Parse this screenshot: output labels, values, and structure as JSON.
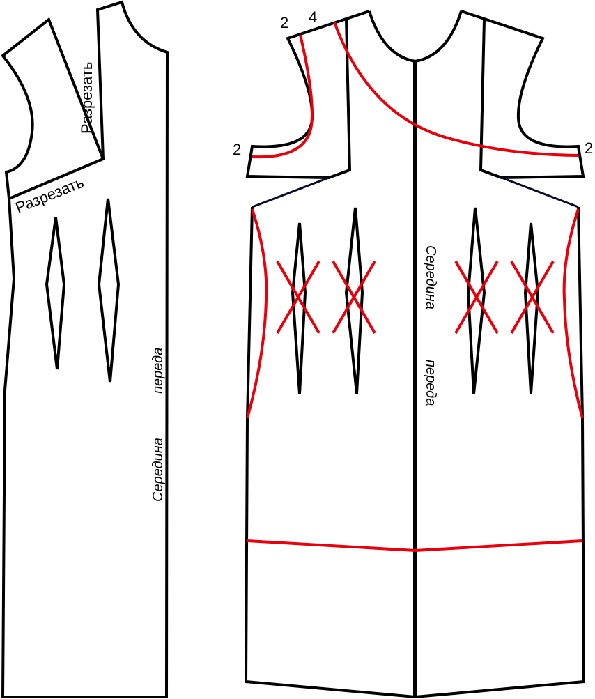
{
  "left_piece": {
    "cut_label_vertical": "Разрезать",
    "cut_label_diagonal": "Разрезать",
    "center_front_word1": "Середина",
    "center_front_word2": "переда"
  },
  "right_piece": {
    "seam_marks": [
      "2",
      "4",
      "2",
      "2"
    ],
    "center_front_word1": "Середина",
    "center_front_word2": "переда"
  },
  "colors": {
    "outline": "#000000",
    "modification": "#e8000b"
  }
}
